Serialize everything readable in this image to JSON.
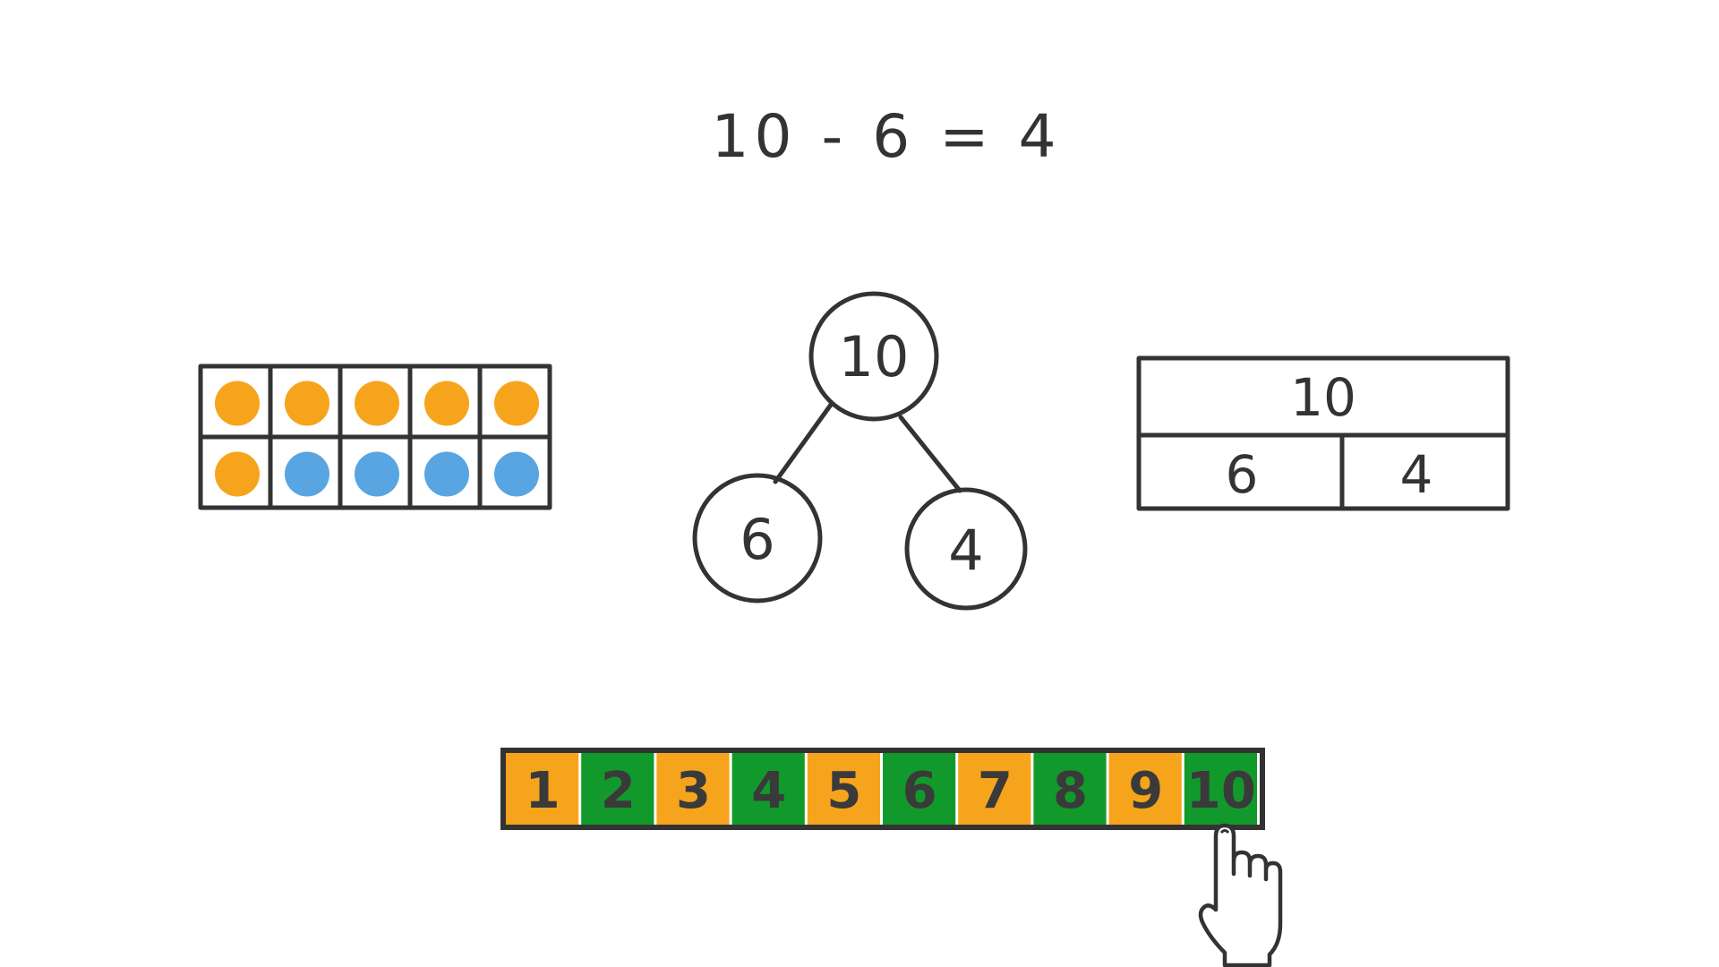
{
  "equation": "10 - 6 = 4",
  "colors": {
    "ink": "#333333",
    "orange": "#F7A41D",
    "blue": "#58A5E2",
    "green": "#119A2B"
  },
  "ten_frame": {
    "row1": [
      "orange",
      "orange",
      "orange",
      "orange",
      "orange"
    ],
    "row2": [
      "orange",
      "blue",
      "blue",
      "blue",
      "blue"
    ]
  },
  "number_bond": {
    "whole": "10",
    "part_left": "6",
    "part_right": "4"
  },
  "bar_model": {
    "whole": "10",
    "part_left": "6",
    "part_right": "4"
  },
  "number_strip": {
    "cells": [
      {
        "label": "1",
        "color": "orange"
      },
      {
        "label": "2",
        "color": "green"
      },
      {
        "label": "3",
        "color": "orange"
      },
      {
        "label": "4",
        "color": "green"
      },
      {
        "label": "5",
        "color": "orange"
      },
      {
        "label": "6",
        "color": "green"
      },
      {
        "label": "7",
        "color": "orange"
      },
      {
        "label": "8",
        "color": "green"
      },
      {
        "label": "9",
        "color": "orange"
      },
      {
        "label": "10",
        "color": "green"
      }
    ]
  },
  "pointer_icon": "pointing-hand-icon"
}
